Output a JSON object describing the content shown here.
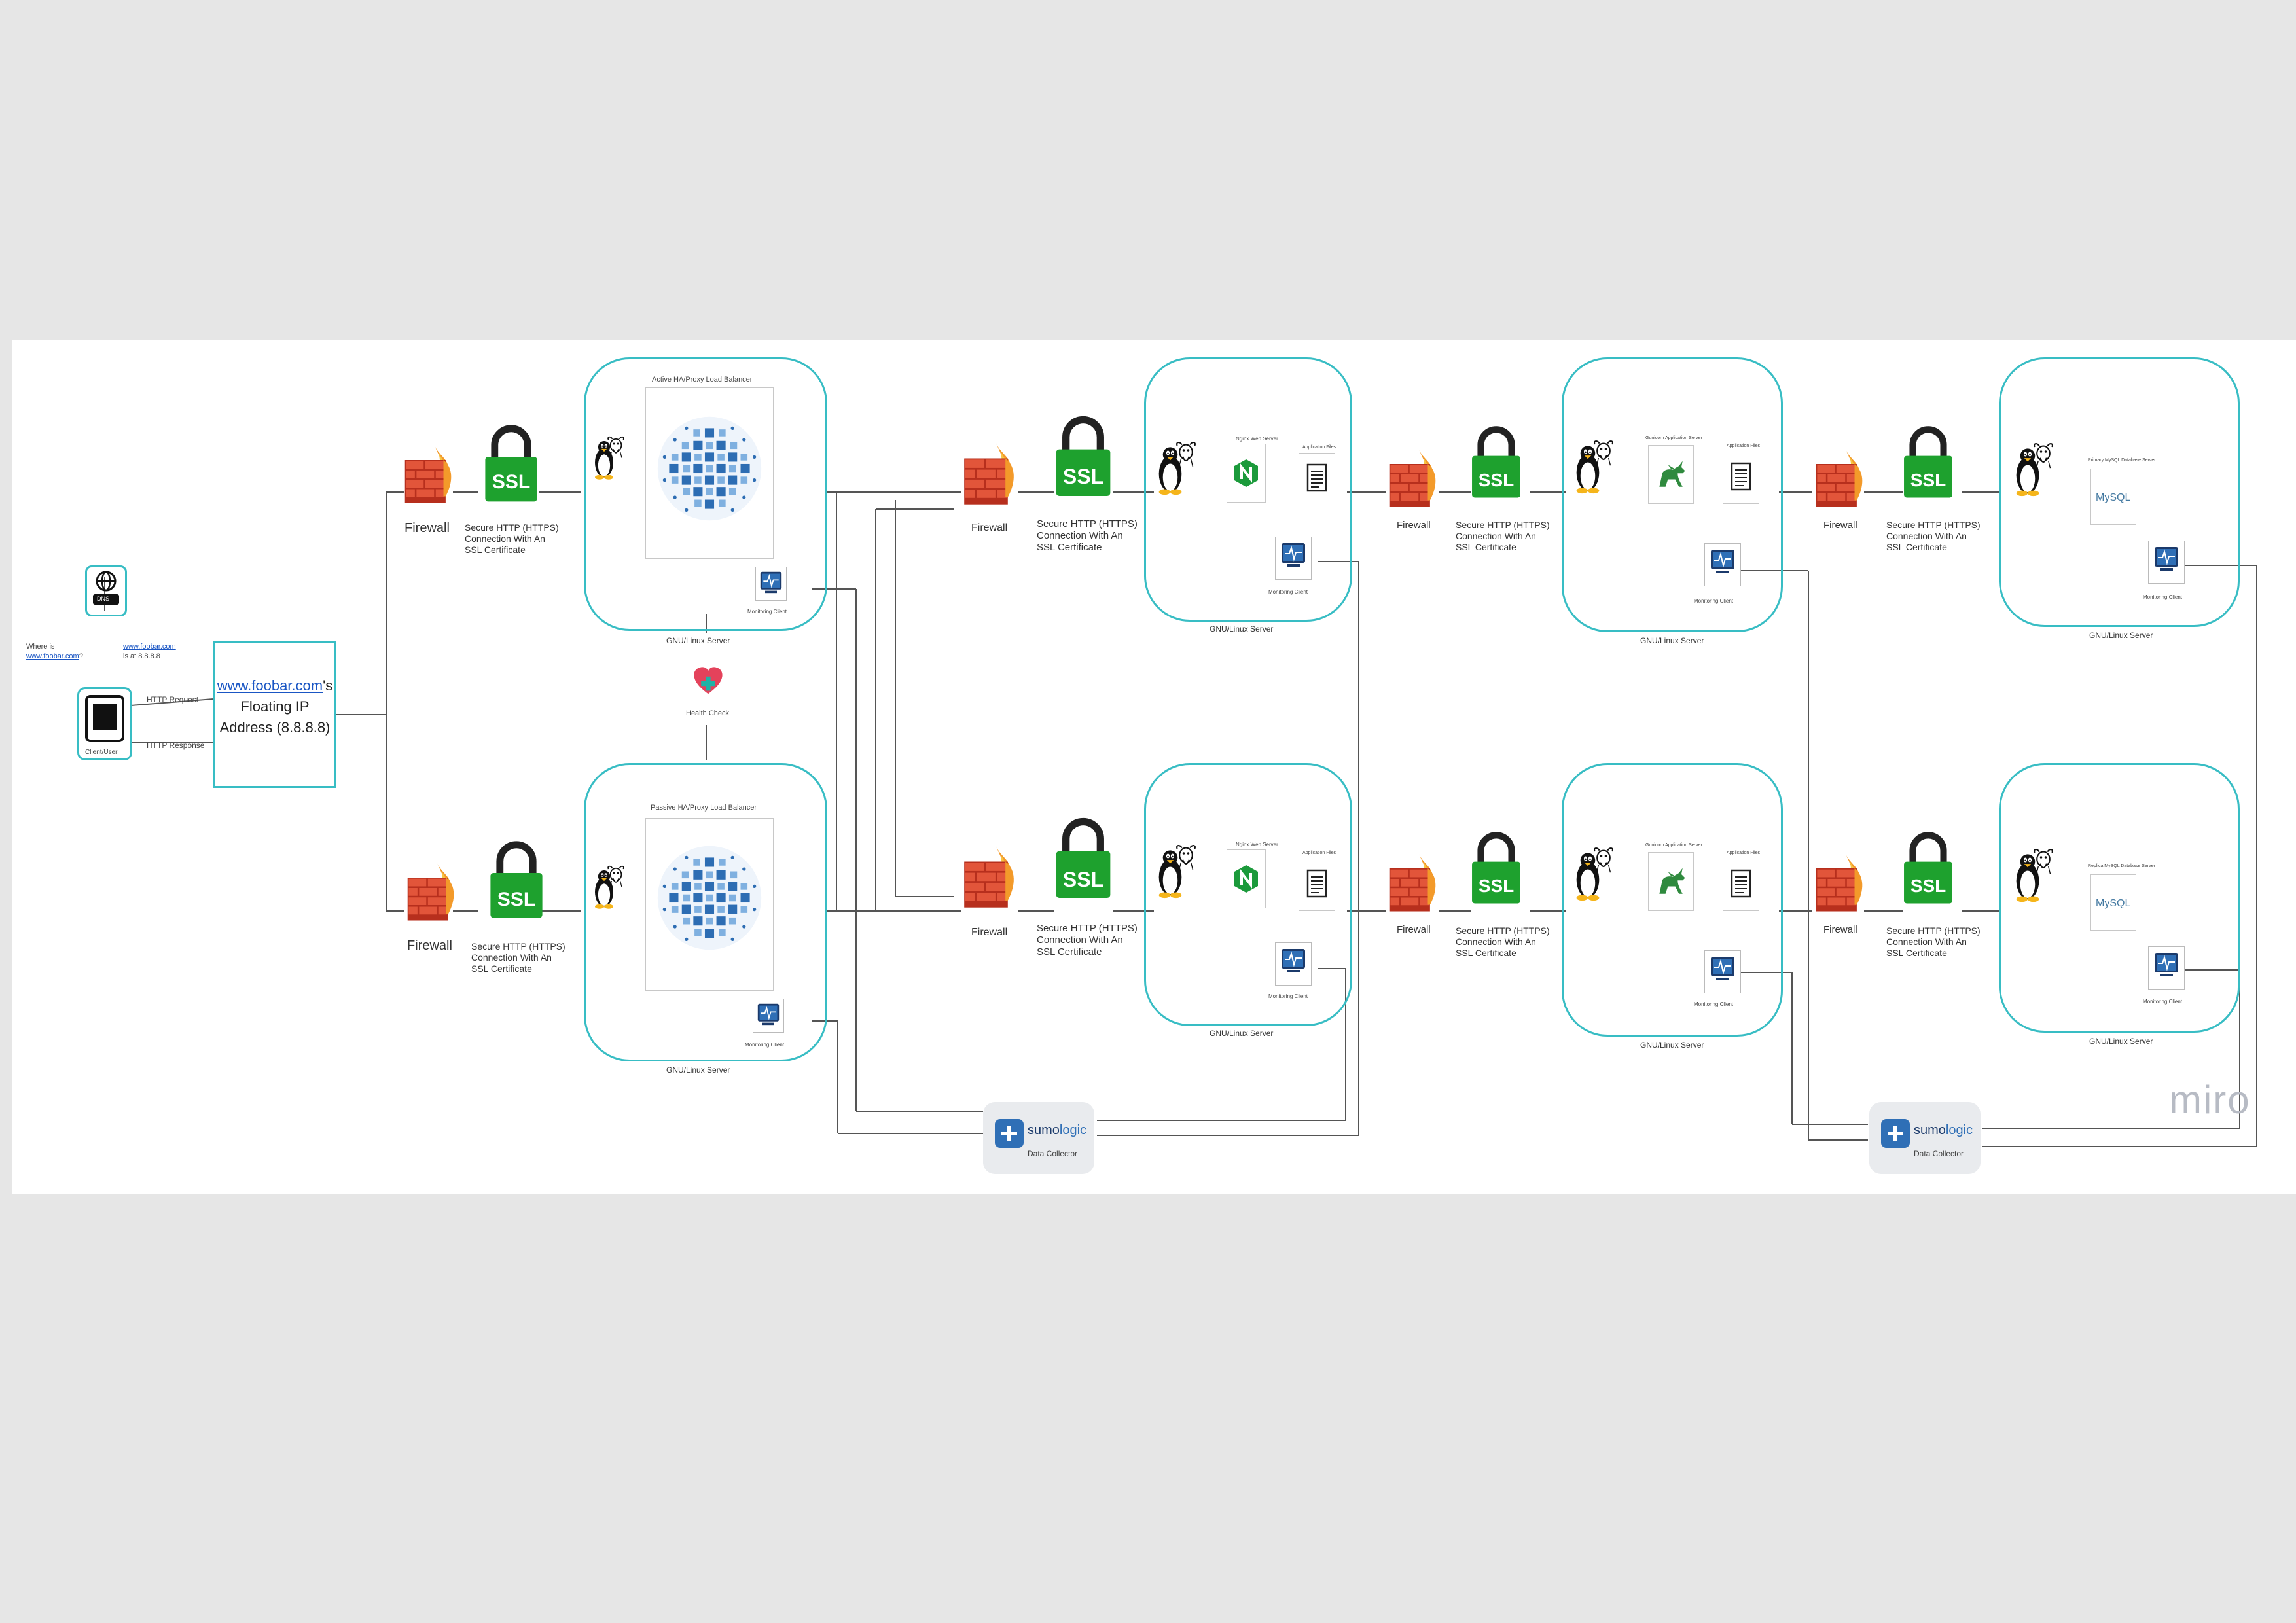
{
  "diagram": {
    "client": {
      "label": "Client/User",
      "dns_label": "DNS",
      "question_line1": "Where is",
      "question_link": "www.foobar.com",
      "question_end": "?",
      "answer_link": "www.foobar.com",
      "answer_line2": "is at 8.8.8.8"
    },
    "requests": {
      "request": "HTTP Request",
      "response": "HTTP Response"
    },
    "floating_ip": {
      "link": "www.foobar.com",
      "suffix": "'s",
      "line2": "Floating IP",
      "line3": "Address (8.8.8.8)"
    },
    "firewall_label": "Firewall",
    "ssl_badge": "SSL",
    "ssl_caption": [
      "Secure HTTP (HTTPS)",
      "Connection With An",
      "SSL Certificate"
    ],
    "server_label": "GNU/Linux Server",
    "monitoring_label": "Monitoring Client",
    "lb_active_title": "Active HA/Proxy Load Balancer",
    "lb_passive_title": "Passive HA/Proxy Load Balancer",
    "health_check": "Health Check",
    "web_server_title": "Nginx Web Server",
    "app_server_title": "Gunicorn Application Server",
    "app_files_title": "Application Files",
    "db_primary_title": "Primary MySQL Database Server",
    "db_replica_title": "Replica MySQL Database Server",
    "mysql_text": "MySQL",
    "sumo": {
      "brand_a": "sumo",
      "brand_b": "logic",
      "caption": "Data Collector"
    },
    "miro": "miro"
  },
  "colors": {
    "accent": "#38bdc4",
    "ssl_green": "#1ea12e",
    "firewall": "#d9442c",
    "link": "#1a56c4"
  },
  "icons": [
    "globe-icon",
    "laptop-icon",
    "firewall-icon",
    "lock-icon",
    "linux-penguin-icon",
    "gnu-icon",
    "haproxy-icon",
    "nginx-icon",
    "document-icon",
    "unicorn-icon",
    "mysql-icon",
    "monitor-icon",
    "heart-icon",
    "sumologic-icon"
  ]
}
